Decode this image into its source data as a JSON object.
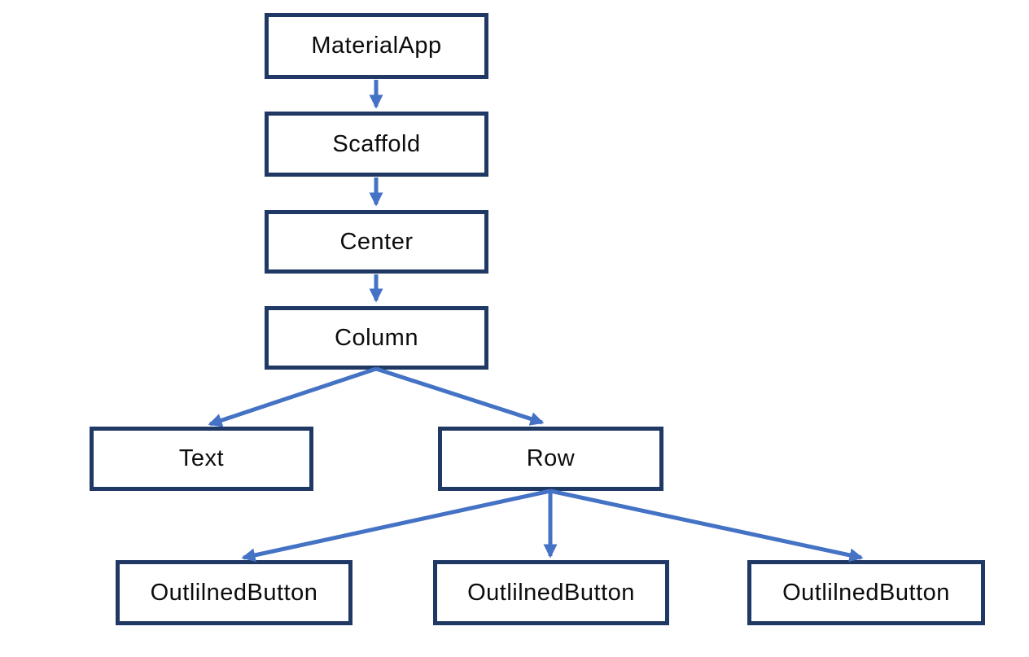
{
  "diagram": {
    "type": "flowchart-tree",
    "description": "Flutter widget tree diagram",
    "colors": {
      "box_border": "#1f3864",
      "box_fill": "#ffffff",
      "arrow": "#4472c4",
      "text": "#0c0c0c",
      "background": "#ffffff"
    },
    "nodes": {
      "materialapp": {
        "label": "MaterialApp"
      },
      "scaffold": {
        "label": "Scaffold"
      },
      "center": {
        "label": "Center"
      },
      "column": {
        "label": "Column"
      },
      "text": {
        "label": "Text"
      },
      "row": {
        "label": "Row"
      },
      "button1": {
        "label": "OutlilnedButton"
      },
      "button2": {
        "label": "OutlilnedButton"
      },
      "button3": {
        "label": "OutlilnedButton"
      }
    },
    "edges": [
      {
        "from": "materialapp",
        "to": "scaffold"
      },
      {
        "from": "scaffold",
        "to": "center"
      },
      {
        "from": "center",
        "to": "column"
      },
      {
        "from": "column",
        "to": "text"
      },
      {
        "from": "column",
        "to": "row"
      },
      {
        "from": "row",
        "to": "button1"
      },
      {
        "from": "row",
        "to": "button2"
      },
      {
        "from": "row",
        "to": "button3"
      }
    ]
  }
}
